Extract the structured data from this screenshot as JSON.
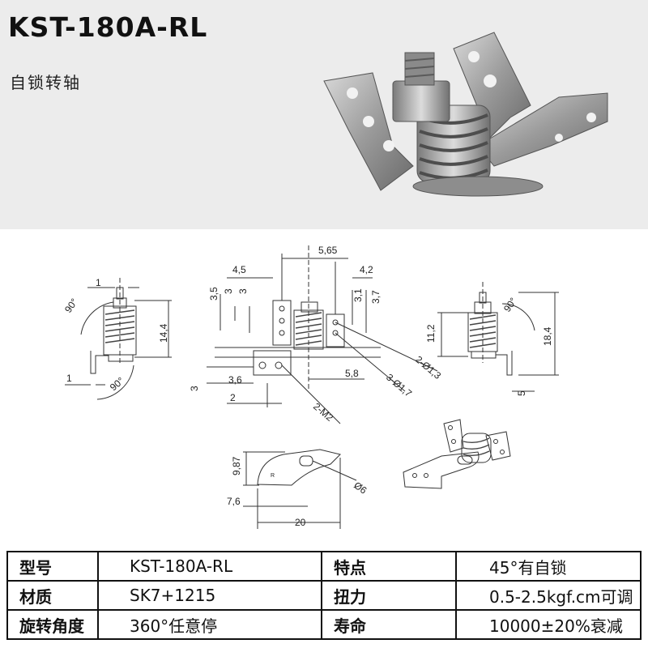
{
  "header": {
    "title": "KST-180A-RL",
    "subtitle": "自锁转轴"
  },
  "drawing": {
    "left_view": {
      "d1": "1",
      "angle_top": "90°",
      "height": "14,4",
      "d2": "1",
      "angle_bottom": "90°"
    },
    "front_view": {
      "top": "5,65",
      "w1": "4,5",
      "w2": "4,2",
      "v1": "3,5",
      "v2": "3",
      "v3": "3",
      "v4": "3,1",
      "v5": "3,7",
      "h1": "3",
      "h2": "3,6",
      "h3": "2",
      "h4": "5,8",
      "hole_m2": "2-M2",
      "hole_17": "3-Ø1,7",
      "hole_13": "2-Ø1,3"
    },
    "right_view": {
      "angle": "90°",
      "h1": "11,2",
      "h2": "18,4",
      "h3": "5"
    },
    "bottom_view": {
      "h": "9,87",
      "w1": "7,6",
      "w2": "20",
      "dia": "Ø6",
      "mark": "R"
    }
  },
  "specs": [
    {
      "label1": "型号",
      "value1": "KST-180A-RL",
      "label2": "特点",
      "value2": "45°有自锁"
    },
    {
      "label1": "材质",
      "value1": "SK7+1215",
      "label2": "扭力",
      "value2": "0.5-2.5kgf.cm可调"
    },
    {
      "label1": "旋转角度",
      "value1": "360°任意停",
      "label2": "寿命",
      "value2": "10000±20%衰减"
    }
  ]
}
